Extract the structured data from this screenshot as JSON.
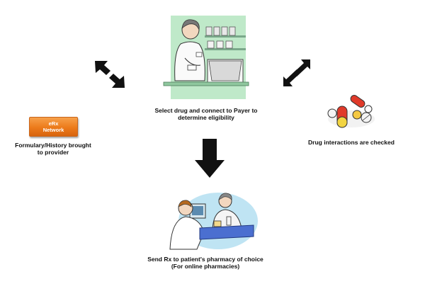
{
  "network_box": {
    "line1": "eRx",
    "line2": "Network"
  },
  "captions": {
    "formulary": {
      "line1": "Formulary/History brought",
      "line2": "to provider"
    },
    "select_drug": {
      "line1": "Select drug and connect to Payer to",
      "line2": "determine eligibility"
    },
    "interactions": {
      "line1": "Drug interactions are checked"
    },
    "send_rx": {
      "line1": "Send Rx to patient's pharmacy of choice",
      "line2": "(For online pharmacies)"
    }
  },
  "icons": {
    "left_arrows": "bidirectional-arrows-icon",
    "right_arrows": "bidirectional-arrows-icon",
    "down_arrow": "down-arrow-icon",
    "pills": "pills-icon"
  },
  "colors": {
    "accent_orange": "#ec7a1a",
    "shelf_green": "#bfe9c9",
    "counter_blue": "#4b6fd0"
  }
}
